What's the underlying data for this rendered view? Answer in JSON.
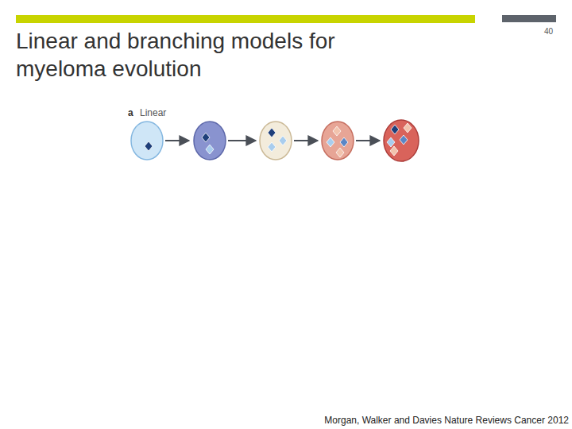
{
  "diagram": {
    "title": "Linear and branching models for myeloma evolution",
    "caption": "Morgan, Walker and Davies Nature Reviews Cancer 2012",
    "labels": [
      "40",
      "a",
      "Linear"
    ]
  }
}
